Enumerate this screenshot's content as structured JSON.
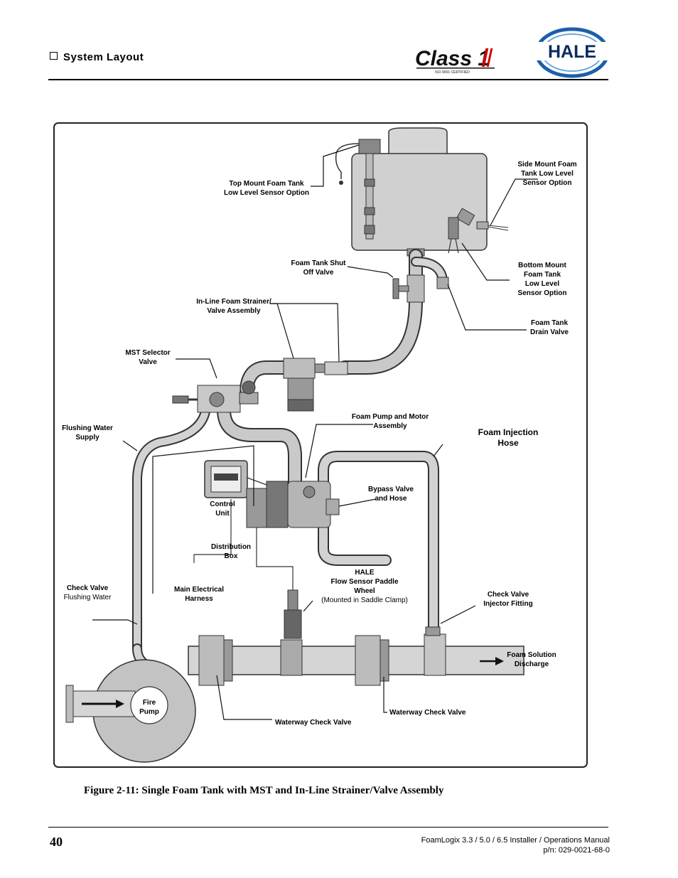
{
  "header": {
    "section_title": "System Layout",
    "class1_logo_text": "Class 1",
    "class1_logo_subtext": "ISO 9001 CERTIFIED",
    "hale_logo_text": "HALE"
  },
  "figure": {
    "labels": {
      "top_mount": [
        "Top Mount Foam Tank",
        "Low Level Sensor Option"
      ],
      "side_mount": [
        "Side Mount Foam",
        "Tank Low Level",
        "Sensor Option"
      ],
      "shut_off": [
        "Foam Tank Shut",
        "Off Valve"
      ],
      "bottom_mount": [
        "Bottom Mount",
        "Foam Tank",
        "Low Level",
        "Sensor Option"
      ],
      "strainer": [
        "In-Line Foam Strainer/",
        "Valve Assembly"
      ],
      "drain_valve": [
        "Foam Tank",
        "Drain Valve"
      ],
      "mst": [
        "MST Selector",
        "Valve"
      ],
      "pump_motor": [
        "Foam Pump and Motor",
        "Assembly"
      ],
      "flushing_supply": [
        "Flushing Water",
        "Supply"
      ],
      "injection_hose": [
        "Foam Injection",
        "Hose"
      ],
      "bypass": [
        "Bypass Valve",
        "and Hose"
      ],
      "control_unit": [
        "Control",
        "Unit"
      ],
      "distribution_box": [
        "Distribution",
        "Box"
      ],
      "flow_sensor": [
        "HALE",
        "Flow Sensor Paddle",
        "Wheel"
      ],
      "flow_sensor_note": "(Mounted in Saddle Clamp)",
      "check_valve_flush_title": "Check Valve",
      "check_valve_flush_sub": "Flushing Water",
      "harness": [
        "Main Electrical",
        "Harness"
      ],
      "check_injector": [
        "Check Valve",
        "Injector Fitting"
      ],
      "discharge": [
        "Foam Solution",
        "Discharge"
      ],
      "fire_pump": [
        "Fire",
        "Pump"
      ],
      "waterway_left": "Waterway Check Valve",
      "waterway_right": "Waterway Check Valve"
    },
    "caption": "Figure 2-11:  Single Foam Tank with MST and In-Line Strainer/Valve Assembly"
  },
  "footer": {
    "page_number": "40",
    "manual_title": "FoamLogix 3.3 / 5.0 / 6.5 Installer / Operations Manual",
    "part_number": "p/n: 029-0021-68-0"
  }
}
